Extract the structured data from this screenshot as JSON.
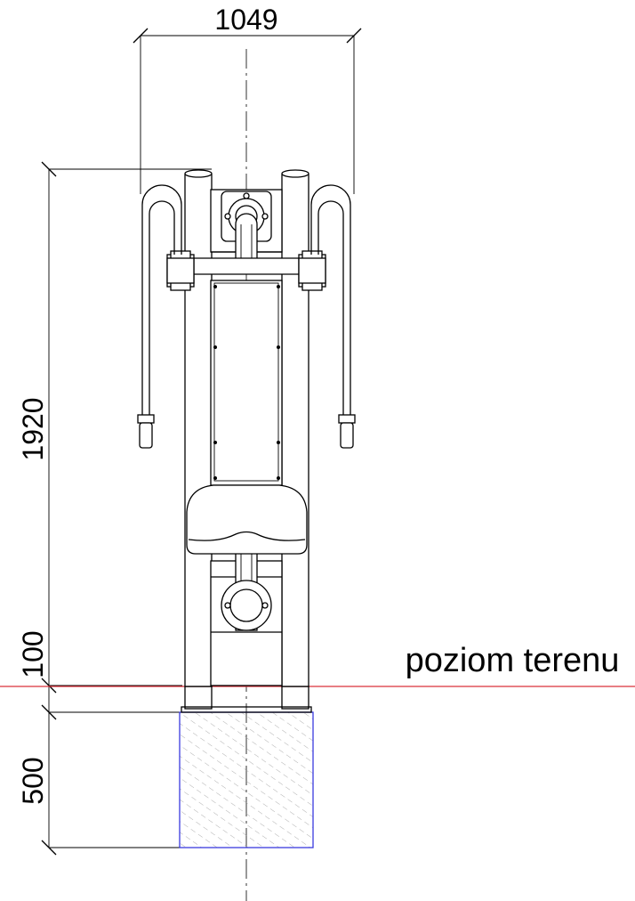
{
  "dimensions": {
    "width": "1049",
    "height_total": "1920",
    "height_clearance": "100",
    "foundation_depth": "500"
  },
  "labels": {
    "ground_level": "poziom terenu"
  },
  "colors": {
    "ground_line": "#d9303a",
    "foundation_outline": "#3a3adf",
    "foundation_hatch": "#9a9a9a",
    "lines": "#000000"
  }
}
